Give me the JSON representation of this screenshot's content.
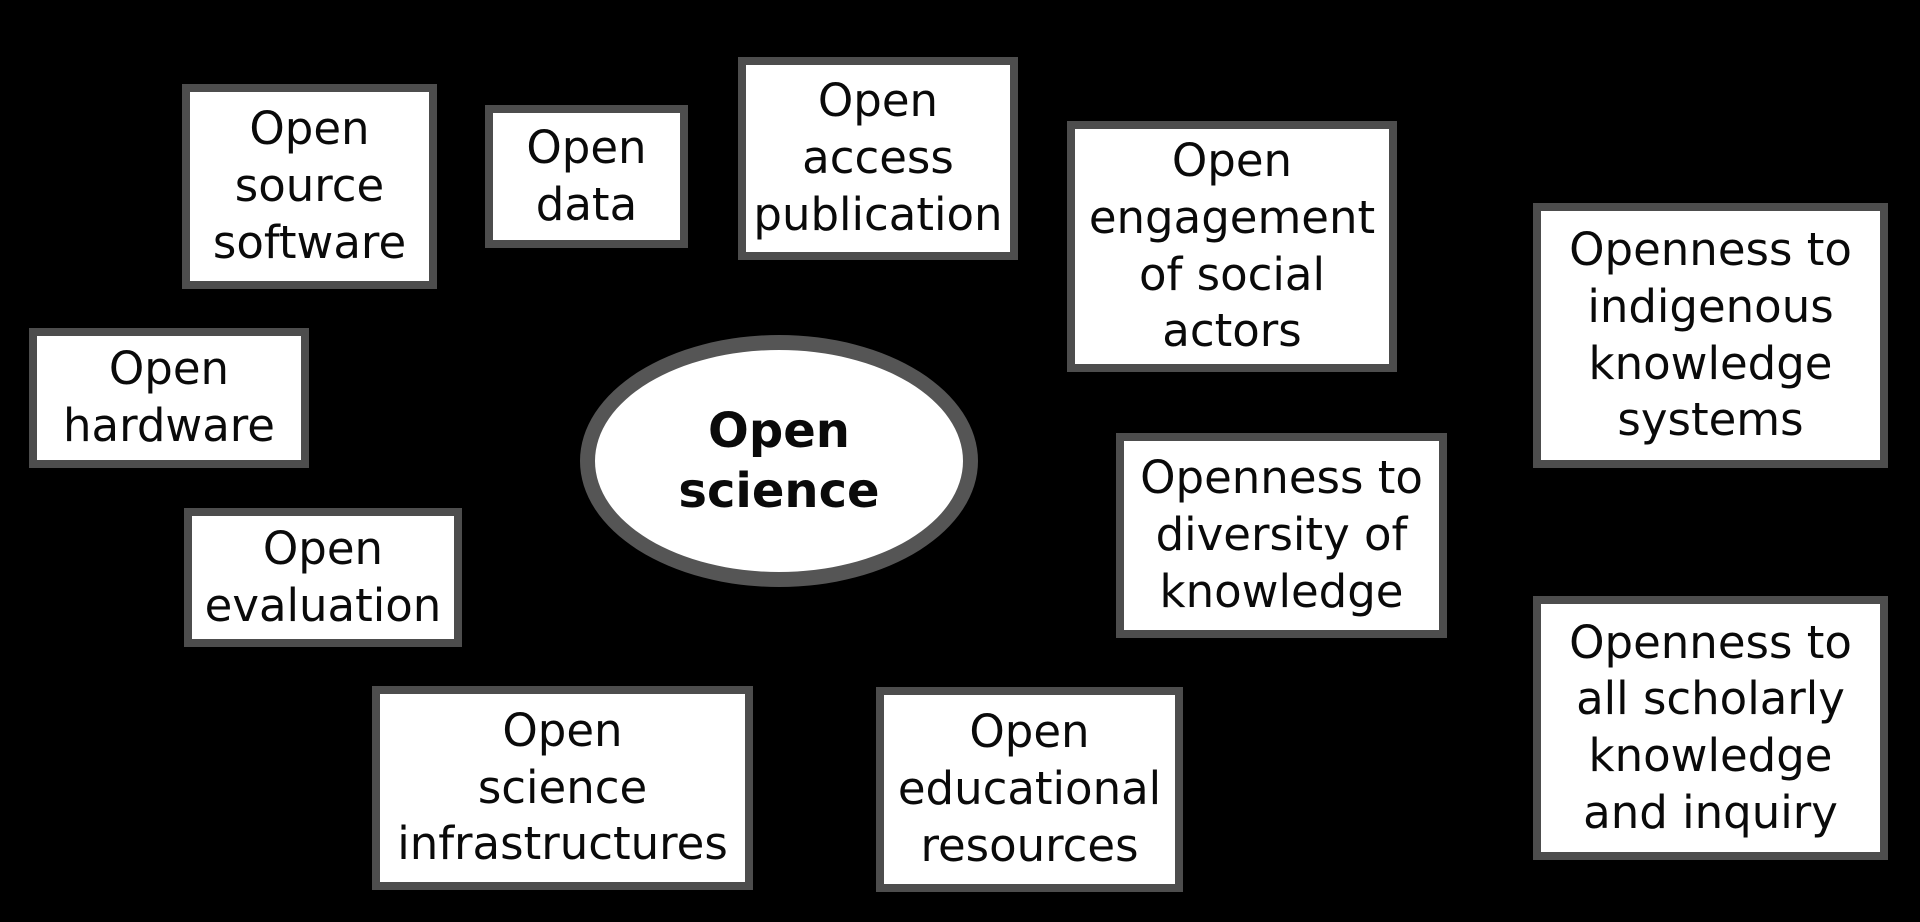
{
  "diagram": {
    "title": "Open science concept map",
    "colors": {
      "background": "#000000",
      "node_fill": "#ffffff",
      "node_border": "#4d4d4d",
      "ellipse_border": "#555555",
      "text": "#0a0a0a"
    },
    "center": {
      "label": "Open\nscience"
    },
    "boxes": [
      {
        "id": "open-source-software",
        "label": "Open\nsource\nsoftware"
      },
      {
        "id": "open-data",
        "label": "Open\ndata"
      },
      {
        "id": "open-access-publication",
        "label": "Open\naccess\npublication"
      },
      {
        "id": "open-engagement-of-social-actors",
        "label": "Open\nengagement\nof social\nactors"
      },
      {
        "id": "openness-to-indigenous-knowledge-systems",
        "label": "Openness to\nindigenous\nknowledge\nsystems"
      },
      {
        "id": "open-hardware",
        "label": "Open\nhardware"
      },
      {
        "id": "open-evaluation",
        "label": "Open\nevaluation"
      },
      {
        "id": "open-science-infrastructures",
        "label": "Open\nscience\ninfrastructures"
      },
      {
        "id": "open-educational-resources",
        "label": "Open\neducational\nresources"
      },
      {
        "id": "openness-to-diversity-of-knowledge",
        "label": "Openness to\ndiversity of\nknowledge"
      },
      {
        "id": "openness-to-all-scholarly-knowledge-and-inquiry",
        "label": "Openness to\nall scholarly\nknowledge\nand inquiry"
      }
    ]
  }
}
